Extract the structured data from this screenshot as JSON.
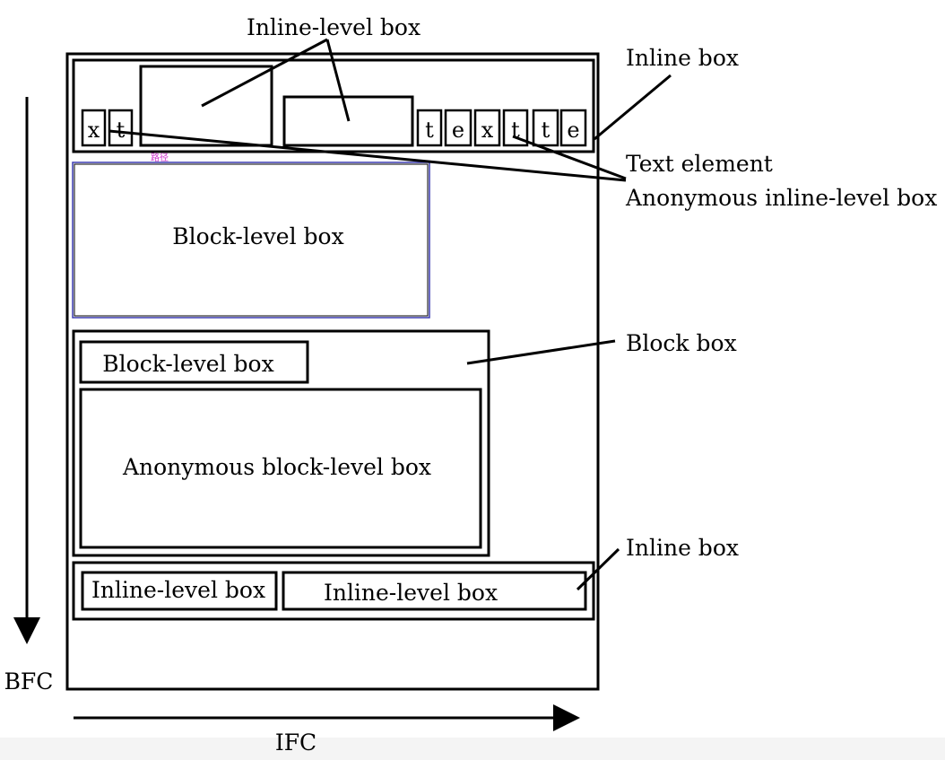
{
  "diagram": {
    "title": "",
    "labels": {
      "inline_level_box_top": "Inline-level box",
      "inline_box_top": "Inline box",
      "text_element": "Text element",
      "anonymous_inline_level_box": "Anonymous inline-level box",
      "block_level_box_main": "Block-level box",
      "block_box": "Block box",
      "block_level_box_inner": "Block-level box",
      "anonymous_block_level_box": "Anonymous block-level box",
      "inline_box_bottom": "Inline box",
      "inline_level_box_bottom_left": "Inline-level box",
      "inline_level_box_bottom_right": "Inline-level box",
      "bfc": "BFC",
      "ifc": "IFC",
      "tiny_magenta": "路径"
    },
    "text_chars_left": [
      "x",
      "t"
    ],
    "text_chars_right": [
      "t",
      "e",
      "x",
      "t",
      "t",
      "e"
    ],
    "colors": {
      "stroke": "#000000",
      "block_level_outline": "#3b3bb0",
      "tiny_magenta": "#cc33cc",
      "bottom_band": "#f4f4f4"
    }
  }
}
